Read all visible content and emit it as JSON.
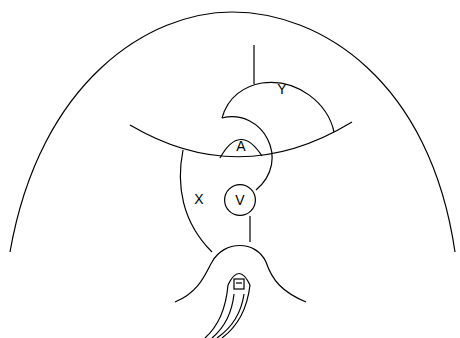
{
  "diagram": {
    "nodes": [
      {
        "text": [
          "Y"
        ]
      },
      {
        "text": [
          "A"
        ]
      },
      {
        "text": [
          "X"
        ]
      },
      {
        "text": [
          "V"
        ],
        "in": 2
      }
    ]
  }
}
